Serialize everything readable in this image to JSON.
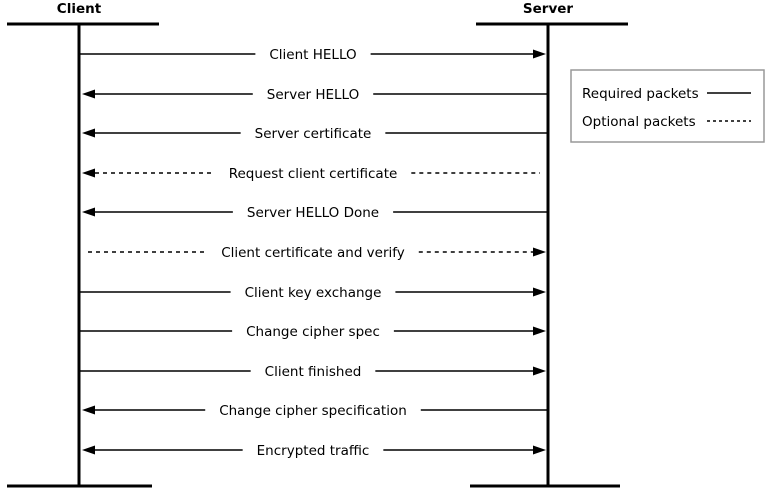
{
  "participants": {
    "client": "Client",
    "server": "Server"
  },
  "messages": [
    {
      "label": "Client HELLO",
      "direction": "to-server",
      "style": "required"
    },
    {
      "label": "Server HELLO",
      "direction": "to-client",
      "style": "required"
    },
    {
      "label": "Server certificate",
      "direction": "to-client",
      "style": "required"
    },
    {
      "label": "Request client certificate",
      "direction": "to-client",
      "style": "optional"
    },
    {
      "label": "Server HELLO Done",
      "direction": "to-client",
      "style": "required"
    },
    {
      "label": "Client certificate and verify",
      "direction": "to-server",
      "style": "optional"
    },
    {
      "label": "Client key exchange",
      "direction": "to-server",
      "style": "required"
    },
    {
      "label": "Change cipher spec",
      "direction": "to-server",
      "style": "required"
    },
    {
      "label": "Client finished",
      "direction": "to-server",
      "style": "required"
    },
    {
      "label": "Change cipher specification",
      "direction": "to-client",
      "style": "required"
    },
    {
      "label": "Encrypted traffic",
      "direction": "both",
      "style": "required"
    }
  ],
  "legend": {
    "required": "Required packets",
    "optional": "Optional packets"
  },
  "colors": {
    "line": "#000000",
    "legend_border": "#999999",
    "background": "#ffffff"
  }
}
